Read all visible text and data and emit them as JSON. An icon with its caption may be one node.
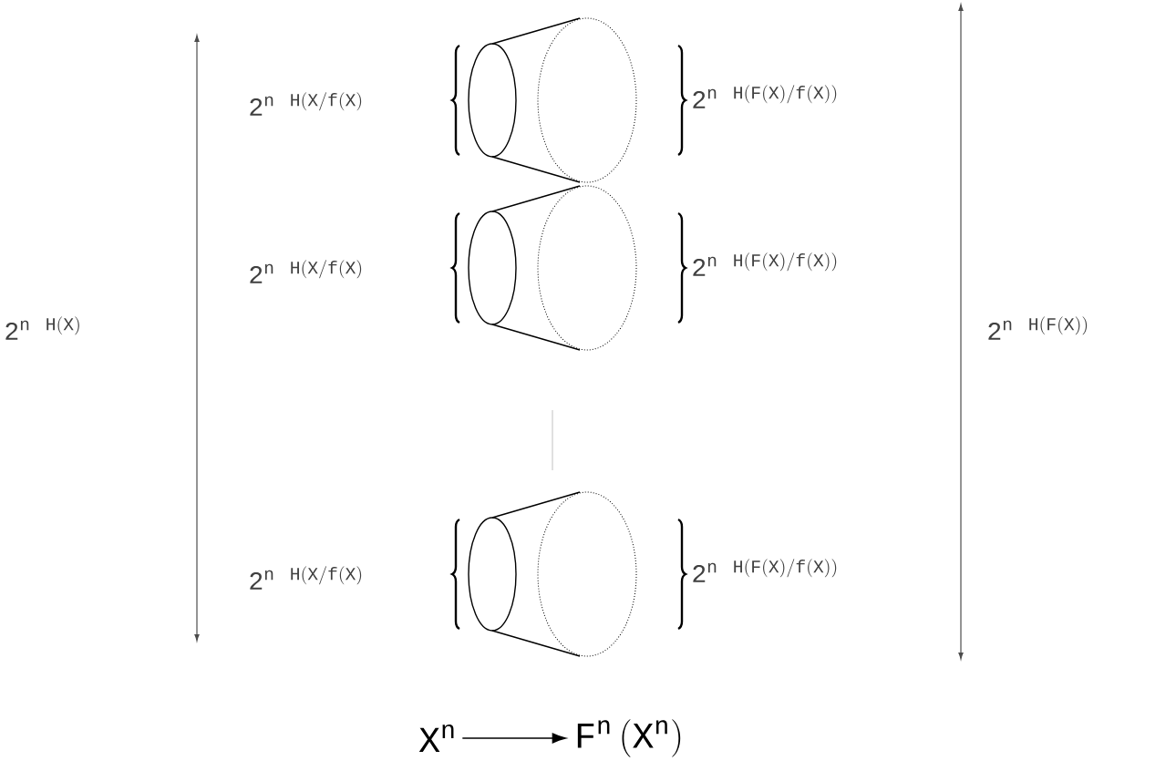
{
  "diagram": {
    "nodes": [
      {
        "text": [
          "\\mathrm{X}^{\\mathrm{n}}"
        ]
      },
      {
        "text": [
          "\\mathrm{F}^{\\mathrm{n}}\\,(\\mathrm{X}^{\\mathrm{n}})"
        ]
      }
    ],
    "edges": [
      {
        "from": 0,
        "to": 1,
        "arrow": "to"
      }
    ],
    "labels": [
      "\\mathrm{2}^{\\mathrm{n\\ H(X/f(X)}}",
      "\\mathrm{2}^{\\mathrm{n\\ H(F(X)/f(X))}}",
      "\\mathrm{2}^{\\mathrm{n\\ H(X/f(X)}}",
      "\\mathrm{2}^{\\mathrm{n\\ H(F(X)/f(X))}}",
      "\\mathrm{2}^{\\mathrm{n\\ H(X)}}",
      "\\mathrm{2}^{\\mathrm{n\\ H(F(X))}}",
      "\\mathrm{2}^{\\mathrm{n\\ H(X/f(X)}}",
      "\\mathrm{2}^{\\mathrm{n\\ H(F(X)/f(X))}}"
    ]
  }
}
